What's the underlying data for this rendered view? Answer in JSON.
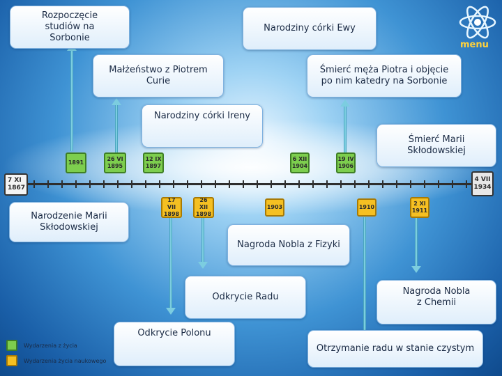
{
  "menu": {
    "label": "menu"
  },
  "events": {
    "studia": "Rozpoczęcie studiów na Sorbonie",
    "ewa": "Narodziny córki Ewy",
    "malzenstwo": "Małżeństwo z Piotrem Curie",
    "smierc_piotra": "Śmierć męża Piotra i objęcie po nim katedry na Sorbonie",
    "irena": "Narodziny córki Ireny",
    "smierc_marii": "Śmierć Marii Skłodowskiej",
    "narodzenie": "Narodzenie Marii Skłodowskiej",
    "nobel_fizyka": "Nagroda Nobla z Fizyki",
    "rad": "Odkrycie Radu",
    "nobel_chemia": "Nagroda Nobla z Chemii",
    "polon": "Odkrycie Polonu",
    "czysty_rad": "Otrzymanie radu w stanie czystym"
  },
  "dates": {
    "d1867_a": "7 XI",
    "d1867_b": "1867",
    "d1891": "1891",
    "d1895_a": "26 VI",
    "d1895_b": "1895",
    "d1897_a": "12 IX",
    "d1897_b": "1897",
    "d1904_a": "6 XII",
    "d1904_b": "1904",
    "d1906_a": "19 IV",
    "d1906_b": "1906",
    "d1934_a": "4 VII",
    "d1934_b": "1934",
    "d1898a_a": "17 VII",
    "d1898a_b": "1898",
    "d1898b_a": "26 XII",
    "d1898b_b": "1898",
    "d1903": "1903",
    "d1910": "1910",
    "d1911_a": "2 XI",
    "d1911_b": "1911"
  },
  "legend": {
    "life": "Wydarzenia z życia",
    "science": "Wydarzenia życia naukowego",
    "life_color": "#7dce4e",
    "science_color": "#f5c022"
  }
}
